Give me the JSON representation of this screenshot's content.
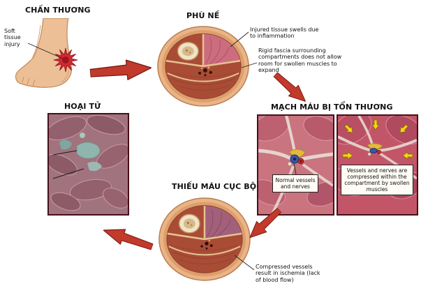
{
  "diagram": {
    "colors": {
      "arrow_red": "#c13a2c",
      "swollen_compartment_pink": "#cb6d7f",
      "ischemic_compartment_mauve": "#a2607a",
      "compression_arrow_yellow": "#f6d514"
    },
    "stages": {
      "trauma": {
        "title": "CHẤN THƯƠNG",
        "callout": "Soft tissue injury"
      },
      "edema": {
        "title": "PHÙ NỀ",
        "callout_swelling": "Injured tissue swells due to inflammation",
        "callout_fascia": "Rigid fascia surrounding compartments does not allow room for swollen muscles to expand"
      },
      "vessel_injury": {
        "title": "MẠCH MÁU BỊ TỔN THƯƠNG",
        "caption_normal": "Normal vessels and nerves",
        "caption_compressed": "Vessels and nerves are compressed within the compartment by swollen muscles"
      },
      "ischemia": {
        "title": "THIẾU MÁU CỤC BỘ",
        "callout": "Compressed vessels result in ischemia (lack of blood flow)"
      },
      "necrosis": {
        "title": "HOẠI TỬ"
      }
    }
  }
}
